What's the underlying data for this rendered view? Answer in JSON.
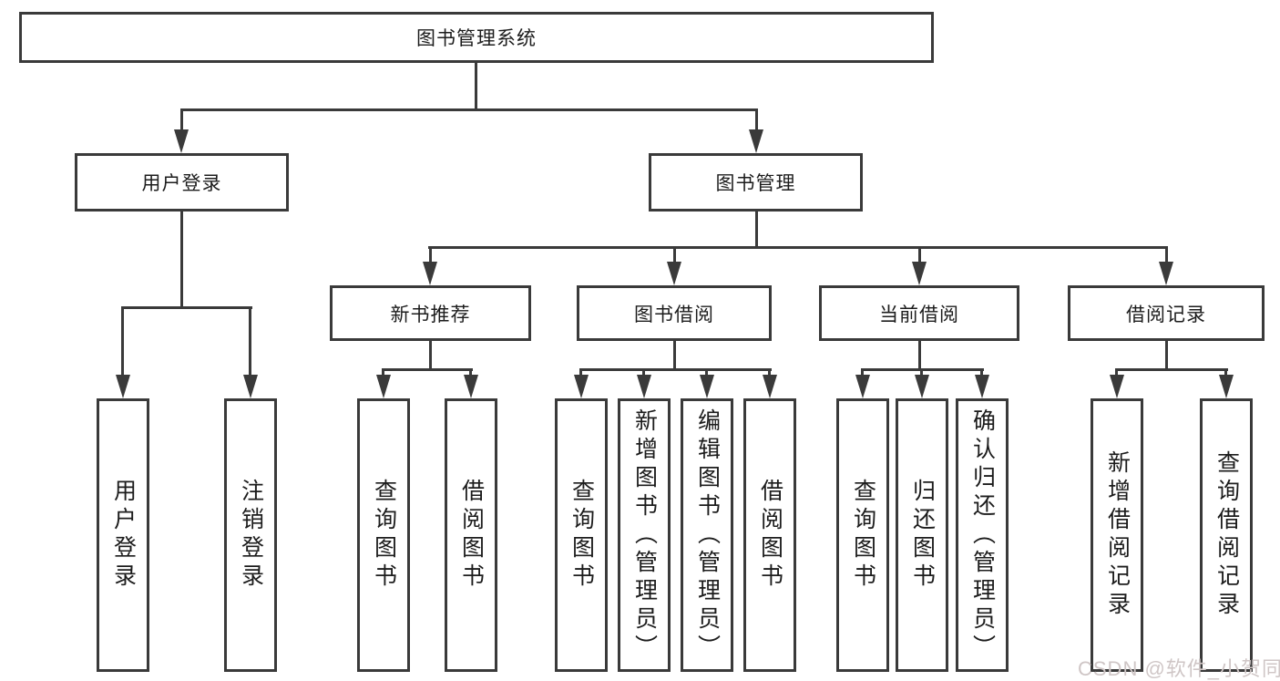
{
  "tree": {
    "label": "图书管理系统",
    "children": [
      {
        "label": "用户登录",
        "children": [
          {
            "label": "用户登录"
          },
          {
            "label": "注销登录"
          }
        ]
      },
      {
        "label": "图书管理",
        "children": [
          {
            "label": "新书推荐",
            "children": [
              {
                "label": "查询图书"
              },
              {
                "label": "借阅图书"
              }
            ]
          },
          {
            "label": "图书借阅",
            "children": [
              {
                "label": "查询图书"
              },
              {
                "label": "新增图书（管理员）"
              },
              {
                "label": "编辑图书（管理员）"
              },
              {
                "label": "借阅图书"
              }
            ]
          },
          {
            "label": "当前借阅",
            "children": [
              {
                "label": "查询图书"
              },
              {
                "label": "归还图书"
              },
              {
                "label": "确认归还（管理员）"
              }
            ]
          },
          {
            "label": "借阅记录",
            "children": [
              {
                "label": "新增借阅记录"
              },
              {
                "label": "查询借阅记录"
              }
            ]
          }
        ]
      }
    ]
  },
  "watermark": "CSDN @软件_小贺同学",
  "colors": {
    "line": "#3a3a3a",
    "text": "#1c1c1c",
    "watermark_text": "#cfc6c6",
    "background": "#ffffff"
  }
}
